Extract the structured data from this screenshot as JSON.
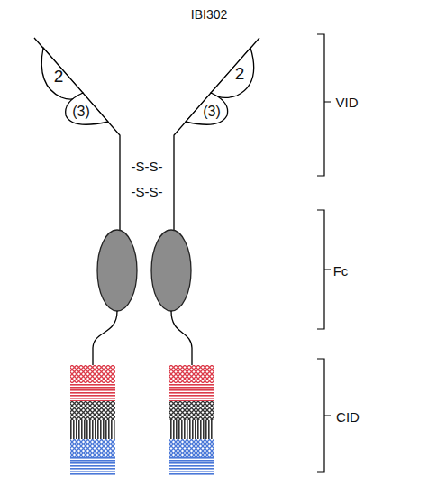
{
  "diagram": {
    "title": "IBI302",
    "nodes": [
      {
        "text": [
          "2"
        ]
      },
      {
        "text": [
          "(3)"
        ]
      },
      {
        "text": [
          "2"
        ]
      },
      {
        "text": [
          "(3)"
        ]
      }
    ],
    "labels": [
      "-S-S-",
      "-S-S-",
      "VID",
      "Fc",
      "CID"
    ]
  }
}
